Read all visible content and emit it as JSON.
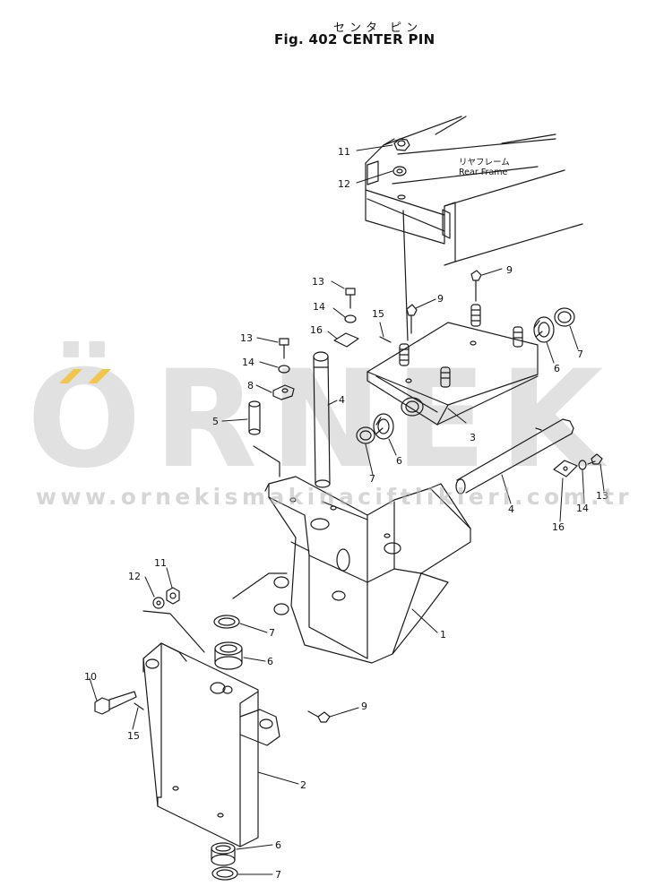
{
  "figure": {
    "title_jp": "センタ ピン",
    "title": "Fig. 402 CENTER PIN"
  },
  "rear_frame": {
    "jp": "リヤフレーム",
    "en": "Rear Frame"
  },
  "watermark": {
    "logo": "ÖRNEK",
    "url": "www.ornekismakinaciftlikleri.com.tr",
    "color": "#d6d6d6",
    "accent": "#f2c64c"
  },
  "callouts": [
    {
      "id": "c11a",
      "label": "11"
    },
    {
      "id": "c12a",
      "label": "12"
    },
    {
      "id": "c9a",
      "label": "9"
    },
    {
      "id": "c9b",
      "label": "9"
    },
    {
      "id": "c13a",
      "label": "13"
    },
    {
      "id": "c14a",
      "label": "14"
    },
    {
      "id": "c15a",
      "label": "15"
    },
    {
      "id": "c16a",
      "label": "16"
    },
    {
      "id": "c13b",
      "label": "13"
    },
    {
      "id": "c14b",
      "label": "14"
    },
    {
      "id": "c8",
      "label": "8"
    },
    {
      "id": "c4a",
      "label": "4"
    },
    {
      "id": "c5",
      "label": "5"
    },
    {
      "id": "c6a",
      "label": "6"
    },
    {
      "id": "c7a",
      "label": "7"
    },
    {
      "id": "c3",
      "label": "3"
    },
    {
      "id": "c6b",
      "label": "6"
    },
    {
      "id": "c7b",
      "label": "7"
    },
    {
      "id": "c4b",
      "label": "4"
    },
    {
      "id": "c16b",
      "label": "16"
    },
    {
      "id": "c14c",
      "label": "14"
    },
    {
      "id": "c13c",
      "label": "13"
    },
    {
      "id": "c12b",
      "label": "12"
    },
    {
      "id": "c11b",
      "label": "11"
    },
    {
      "id": "c7c",
      "label": "7"
    },
    {
      "id": "c1",
      "label": "1"
    },
    {
      "id": "c6c",
      "label": "6"
    },
    {
      "id": "c10",
      "label": "10"
    },
    {
      "id": "c9c",
      "label": "9"
    },
    {
      "id": "c15b",
      "label": "15"
    },
    {
      "id": "c2",
      "label": "2"
    },
    {
      "id": "c6d",
      "label": "6"
    },
    {
      "id": "c7d",
      "label": "7"
    }
  ]
}
